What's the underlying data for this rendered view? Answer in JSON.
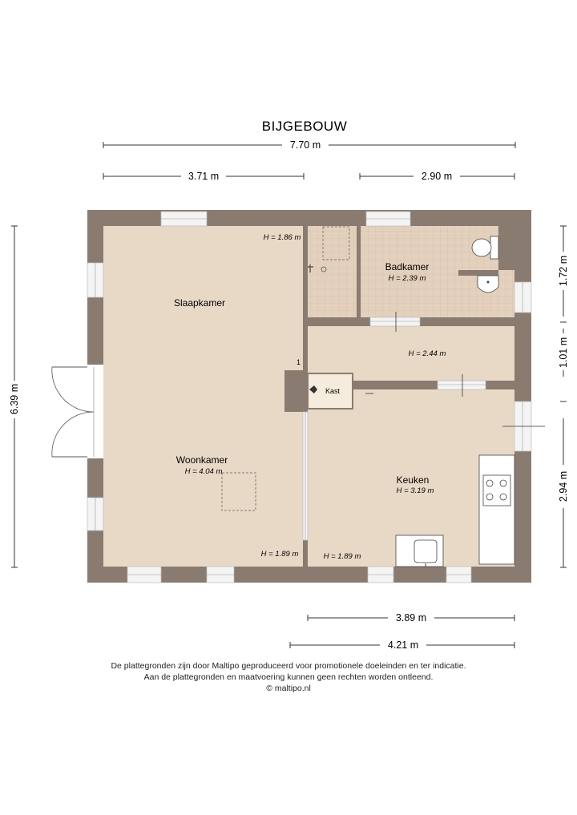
{
  "title": "BIJGEBOUW",
  "dimensions": {
    "total_width": "7.70 m",
    "left_width": "3.71 m",
    "right_width": "2.90 m",
    "total_height": "6.39 m",
    "bath_height": "1.72 m",
    "hall_height": "1.01 m",
    "kitchen_height": "2.94 m",
    "kitchen_width_inner": "3.89 m",
    "kitchen_width_outer": "4.21 m"
  },
  "rooms": {
    "slaapkamer": {
      "label": "Slaapkamer"
    },
    "woonkamer": {
      "label": "Woonkamer",
      "height": "H = 4.04 m"
    },
    "badkamer": {
      "label": "Badkamer",
      "height": "H = 2.39 m"
    },
    "keuken": {
      "label": "Keuken",
      "height": "H = 3.19 m"
    },
    "kast": {
      "label": "Kast"
    }
  },
  "heights": {
    "slaapkamer_corner": "H = 1.86 m",
    "hall": "H = 2.44 m",
    "woonkamer_bottom": "H = 1.89 m",
    "keuken_bottom": "H = 1.89 m"
  },
  "marker": "1",
  "colors": {
    "wall": "#8a7b70",
    "floor": "#e8d9c6",
    "tile": "#e3d0bd",
    "window": "#f4f4f4",
    "dim_line": "#333333"
  },
  "footer": {
    "line1": "De plattegronden zijn door Maltipo geproduceerd voor promotionele doeleinden en ter indicatie.",
    "line2": "Aan de plattegronden en maatvoering kunnen geen rechten worden ontleend.",
    "line3": "© maltipo.nl"
  }
}
